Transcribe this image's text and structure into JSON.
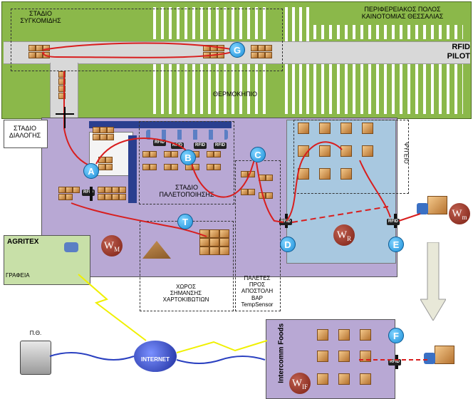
{
  "labels": {
    "park_title_line1": "ΠΕΡΙΦΕΡΕΙΑΚΟΣ ΠΟΛΟΣ",
    "park_title_line2": "ΚΑΙΝΟΤΟΜΙΑΣ ΘΕΣΣΑΛΙΑΣ",
    "stadium_line1": "ΣΤΑΔΙΟ",
    "stadium_line2": "ΣΥΓΚΟΜΙΔΗΣ",
    "rfid_pilot_line1": "RFID",
    "rfid_pilot_line2": "PILOT",
    "greenhouse": "ΘΕΡΜΟΚΗΠΙΟ",
    "sorting_line1": "ΣΤΑΔΙΟ",
    "sorting_line2": "ΔΙΑΛΟΓΗΣ",
    "pallet_line1": "ΣΤΑΔΙΟ",
    "pallet_line2": "ΠΑΛΕΤΟΠΟΙΗΣΗΣ",
    "fridge": "ΨΥΓΕΙΟ",
    "agritex": "AGRITEX",
    "offices": "ΓΡΑΦΕΙΑ",
    "marking_line1": "ΧΩΡΟΣ",
    "marking_line2": "ΣΗΜΑΝΣΗΣ",
    "marking_line3": "ΧΑΡΤΟΚΙΒΩΤΙΩΝ",
    "dispatch_line1": "ΠΑΛΕΤΕΣ",
    "dispatch_line2": "ΠΡΟΣ",
    "dispatch_line3": "ΑΠΟΣΤΟΛΗ",
    "dispatch_line4": "ΒΑΡ",
    "dispatch_line5": "TempSensor",
    "intercomm": "Intercomm Foods",
    "pth": "Π.Θ.",
    "internet": "INTERNET",
    "rfid_tag": "RFID"
  },
  "nodes": {
    "G": "G",
    "A": "A",
    "B": "B",
    "C": "C",
    "T": "T",
    "D": "D",
    "E": "E",
    "F": "F"
  },
  "warehouses": {
    "wm_big": {
      "main": "W",
      "sub": "M"
    },
    "wr": {
      "main": "W",
      "sub": "R"
    },
    "wm_small": {
      "main": "W",
      "sub": "m"
    },
    "wif": {
      "main": "W",
      "sub": "IF"
    }
  },
  "colors": {
    "greenhouse": "#8bb84a",
    "facility": "#b8a8d4",
    "fridge": "#a8c8e0",
    "agritex": "#c8e0a8",
    "intercomm": "#b8a8d4",
    "route": "#d81e1e",
    "node": "#1d8fd8",
    "badge": "#7a1e12"
  }
}
